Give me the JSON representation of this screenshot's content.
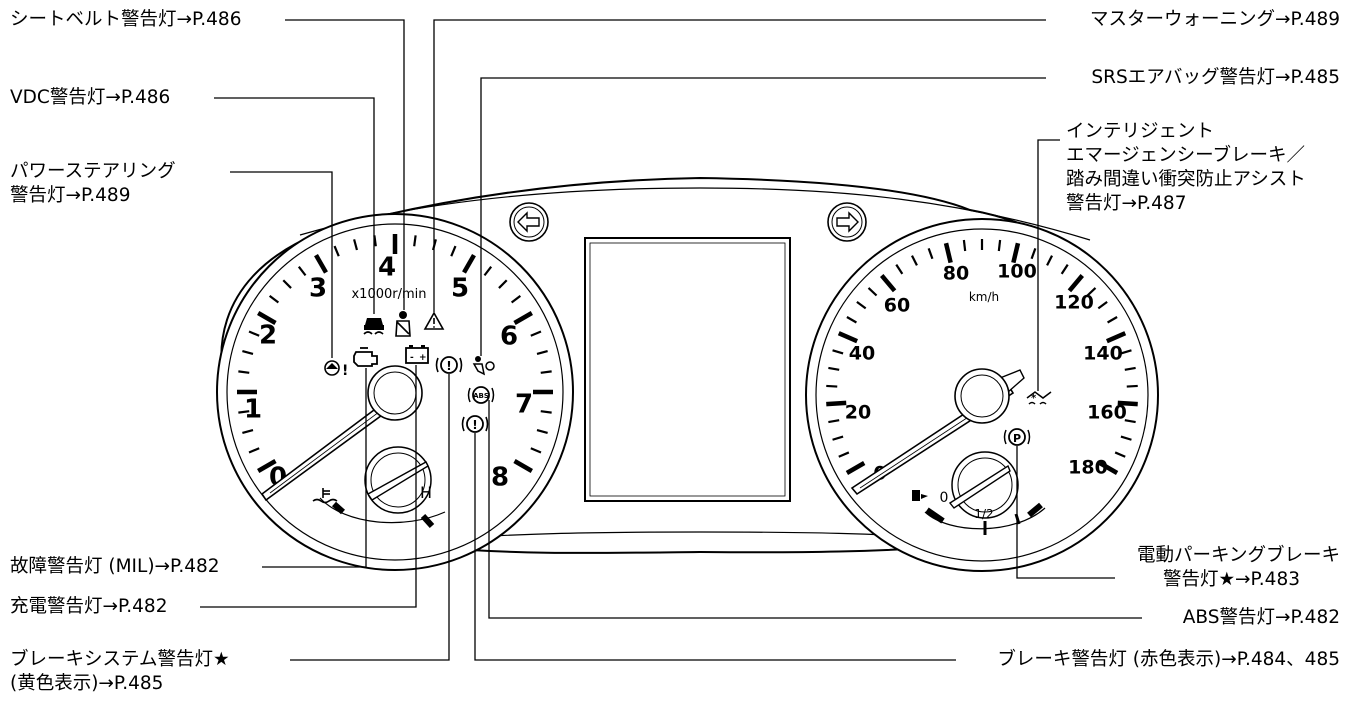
{
  "diagram": {
    "callouts": {
      "seatbelt": "シートベルト警告灯→P.486",
      "vdc": "VDC警告灯→P.486",
      "power_steering_1": "パワーステアリング",
      "power_steering_2": "警告灯→P.489",
      "mil": "故障警告灯 (MIL)→P.482",
      "charge": "充電警告灯→P.482",
      "brake_system_1": "ブレーキシステム警告灯★",
      "brake_system_2": "(黄色表示)→P.485",
      "master_warning": "マスターウォーニング→P.489",
      "srs": "SRSエアバッグ警告灯→P.485",
      "ieb_1": "インテリジェント",
      "ieb_2": "エマージェンシーブレーキ／",
      "ieb_3": "踏み間違い衝突防止アシスト",
      "ieb_4": "警告灯→P.487",
      "epb_1": "電動パーキングブレーキ",
      "epb_2": "警告灯★→P.483",
      "abs": "ABS警告灯→P.482",
      "brake_red": "ブレーキ警告灯 (赤色表示)→P.484、485"
    },
    "tachometer": {
      "numbers": [
        "0",
        "1",
        "2",
        "3",
        "4",
        "5",
        "6",
        "7",
        "8"
      ],
      "unit": "x1000r/min",
      "temp_hot": "H"
    },
    "speedometer": {
      "numbers": [
        "0",
        "20",
        "40",
        "60",
        "80",
        "100",
        "120",
        "140",
        "160",
        "180"
      ],
      "unit": "km/h",
      "fuel_empty": "0",
      "fuel_half": "1/2"
    },
    "icons": {
      "abs_text": "ABS",
      "parking_text": "P",
      "brake_text": "!"
    }
  }
}
